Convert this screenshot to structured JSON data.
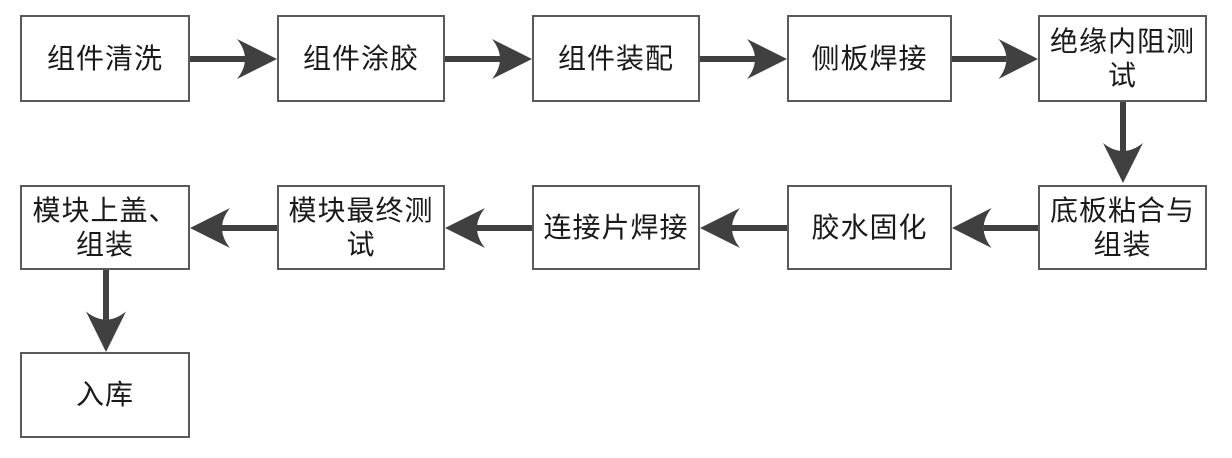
{
  "diagram": {
    "type": "flowchart",
    "language": "zh-CN",
    "colors": {
      "bg": "#ffffff",
      "border": "#5a5a5a",
      "arrow": "#404040",
      "text": "#1a1a1a"
    },
    "nodes": [
      {
        "id": 1,
        "label": "组件清洗"
      },
      {
        "id": 2,
        "label": "组件涂胶"
      },
      {
        "id": 3,
        "label": "组件装配"
      },
      {
        "id": 4,
        "label": "侧板焊接"
      },
      {
        "id": 5,
        "label": "绝缘内阻测\n试"
      },
      {
        "id": 6,
        "label": "底板粘合与\n组装"
      },
      {
        "id": 7,
        "label": "胶水固化"
      },
      {
        "id": 8,
        "label": "连接片焊接"
      },
      {
        "id": 9,
        "label": "模块最终测\n试"
      },
      {
        "id": 10,
        "label": "模块上盖、\n组装"
      },
      {
        "id": 11,
        "label": "入库"
      }
    ],
    "edges": [
      {
        "from": "组件清洗",
        "to": "组件涂胶",
        "direction": "right"
      },
      {
        "from": "组件涂胶",
        "to": "组件装配",
        "direction": "right"
      },
      {
        "from": "组件装配",
        "to": "侧板焊接",
        "direction": "right"
      },
      {
        "from": "侧板焊接",
        "to": "绝缘内阻测试",
        "direction": "right"
      },
      {
        "from": "绝缘内阻测试",
        "to": "底板粘合与组装",
        "direction": "down"
      },
      {
        "from": "底板粘合与组装",
        "to": "胶水固化",
        "direction": "left"
      },
      {
        "from": "胶水固化",
        "to": "连接片焊接",
        "direction": "left"
      },
      {
        "from": "连接片焊接",
        "to": "模块最终测试",
        "direction": "left"
      },
      {
        "from": "模块最终测试",
        "to": "模块上盖、组装",
        "direction": "left"
      },
      {
        "from": "模块上盖、组装",
        "to": "入库",
        "direction": "down"
      }
    ]
  }
}
